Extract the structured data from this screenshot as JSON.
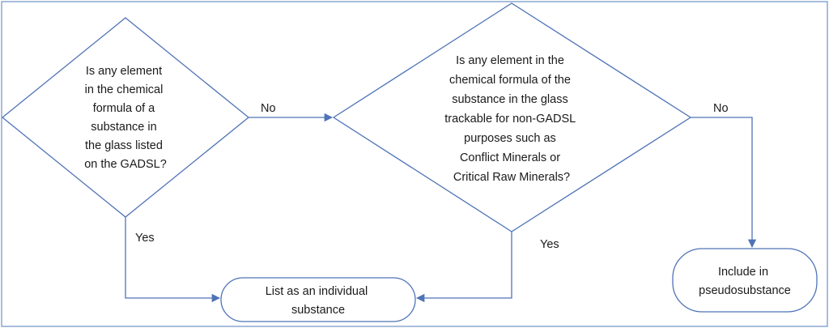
{
  "decision1": {
    "lines": [
      "Is any element",
      "in the chemical",
      "formula of a",
      "substance in",
      "the glass listed",
      "on the GADSL?"
    ]
  },
  "decision2": {
    "lines": [
      "Is any element in the",
      "chemical formula of the",
      "substance in the glass",
      "trackable for non-GADSL",
      "purposes such as",
      "Conflict Minerals or",
      "Critical Raw Minerals?"
    ]
  },
  "terminal_individual": {
    "lines": [
      "List as an individual",
      "substance"
    ]
  },
  "terminal_pseudo": {
    "lines": [
      "Include in",
      "pseudosubstance"
    ]
  },
  "edge_labels": {
    "d1_no": "No",
    "d1_yes": "Yes",
    "d2_no": "No",
    "d2_yes": "Yes"
  }
}
